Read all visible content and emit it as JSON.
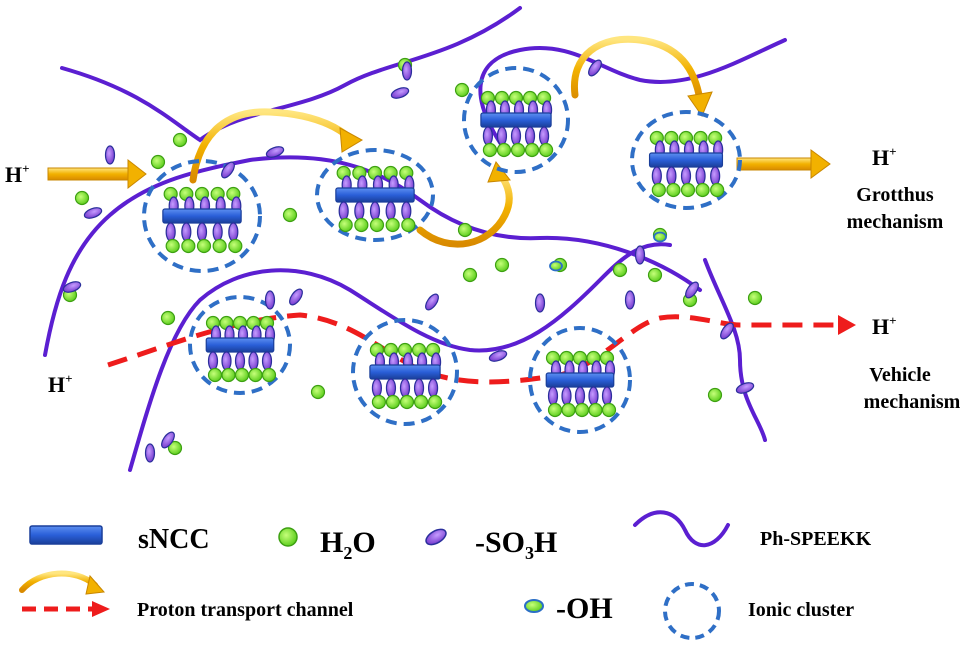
{
  "colors": {
    "chain": "#5b1fd1",
    "sncc_fill": "#2a5fd8",
    "sncc_edge": "#1a3f9a",
    "water_fill": "#7ee32c",
    "water_edge": "#3da012",
    "so3h_fill": "#8a4fd6",
    "so3h_edge": "#2b2f9c",
    "cluster": "#2f6fc6",
    "grotthuss_arrow": "#f2b100",
    "vehicle_arrow": "#ee1c1c"
  },
  "icons": [
    "sncc-bar-icon",
    "water-molecule-icon",
    "sulfonic-acid-group-icon",
    "polymer-chain-icon",
    "grotthuss-arrow-icon",
    "vehicle-dashed-arrow-icon",
    "hydroxyl-group-icon",
    "ionic-cluster-icon"
  ],
  "diagram": {
    "inlet_top": {
      "base": "H",
      "sup": "+"
    },
    "inlet_bottom": {
      "base": "H",
      "sup": "+"
    },
    "outlet_top": {
      "base": "H",
      "sup": "+",
      "line1": "Grotthus",
      "line2": "mechanism"
    },
    "outlet_bottom": {
      "base": "H",
      "sup": "+",
      "line1": "Vehicle",
      "line2": "mechanism"
    }
  },
  "legend": {
    "sncc": "sNCC",
    "water": {
      "base": "H",
      "sub": "2",
      "tail": "O"
    },
    "so3h": {
      "pre": "-SO",
      "sub": "3",
      "tail": "H"
    },
    "polymer": "Ph-SPEEKK",
    "proton_channel": "Proton transport channel",
    "oh": "-OH",
    "ionic_cluster": "Ionic cluster"
  }
}
